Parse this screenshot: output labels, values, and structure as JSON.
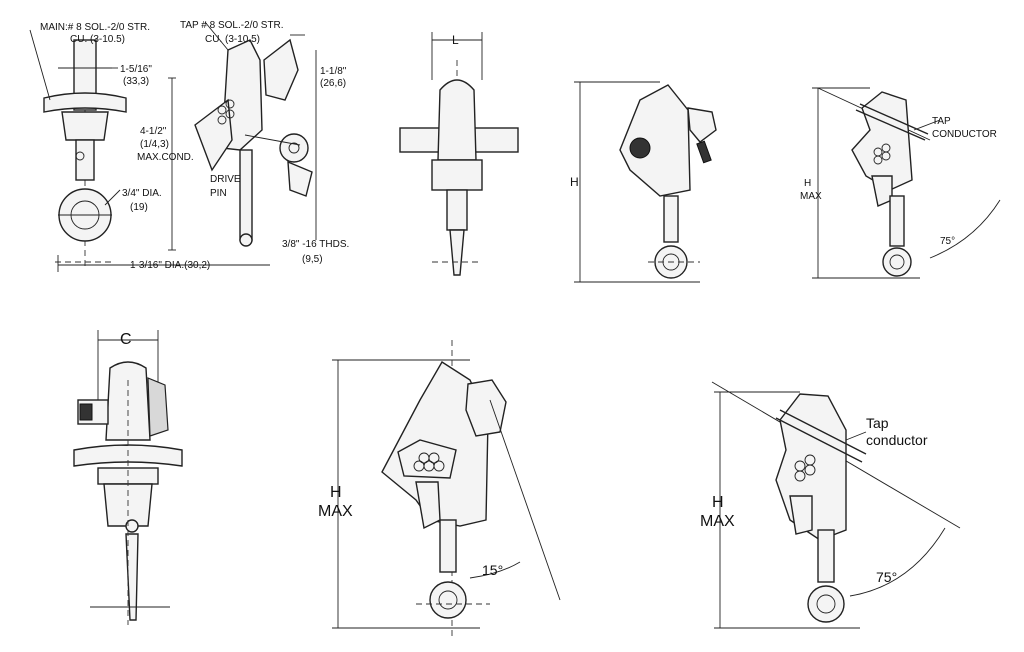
{
  "labels": {
    "main_spec": "MAIN:# 8 SOL.-2/0 STR.",
    "main_spec_cu": "CU. (3-10.5)",
    "tap_spec": "TAP # 8 SOL.-2/0 STR.",
    "tap_spec_cu": "CU. (3-10.5)",
    "dim_1_5_16": "1-5/16\"",
    "dim_1_5_16_mm": "(33,3)",
    "dim_1_1_8": "1-1/8\"",
    "dim_1_1_8_mm": "(26,6)",
    "dim_4_1_2": "4-1/2\"",
    "dim_4_1_2_mm": "(1/4,3)",
    "max_cond": "MAX.COND.",
    "drive": "DRIVE",
    "pin": "PIN",
    "dia_3_4": "3/4\" DIA.",
    "dia_3_4_mm": "(19)",
    "thds": "3/8\" -16 THDS.",
    "thds_mm": "(9,5)",
    "dia_1_3_16": "1-3/16\" DIA.(30,2)",
    "L": "L",
    "H1": "H",
    "H2": "H",
    "max2": "MAX",
    "tap_conductor_upper": "TAP",
    "conductor_upper": "CONDUCTOR",
    "angle_75_a": "75°",
    "C": "C",
    "H3": "H",
    "max3": "MAX",
    "angle_15": "15°",
    "H4": "H",
    "max4": "MAX",
    "tap_lower": "Tap",
    "conductor_lower": "conductor",
    "angle_75_b": "75°"
  }
}
